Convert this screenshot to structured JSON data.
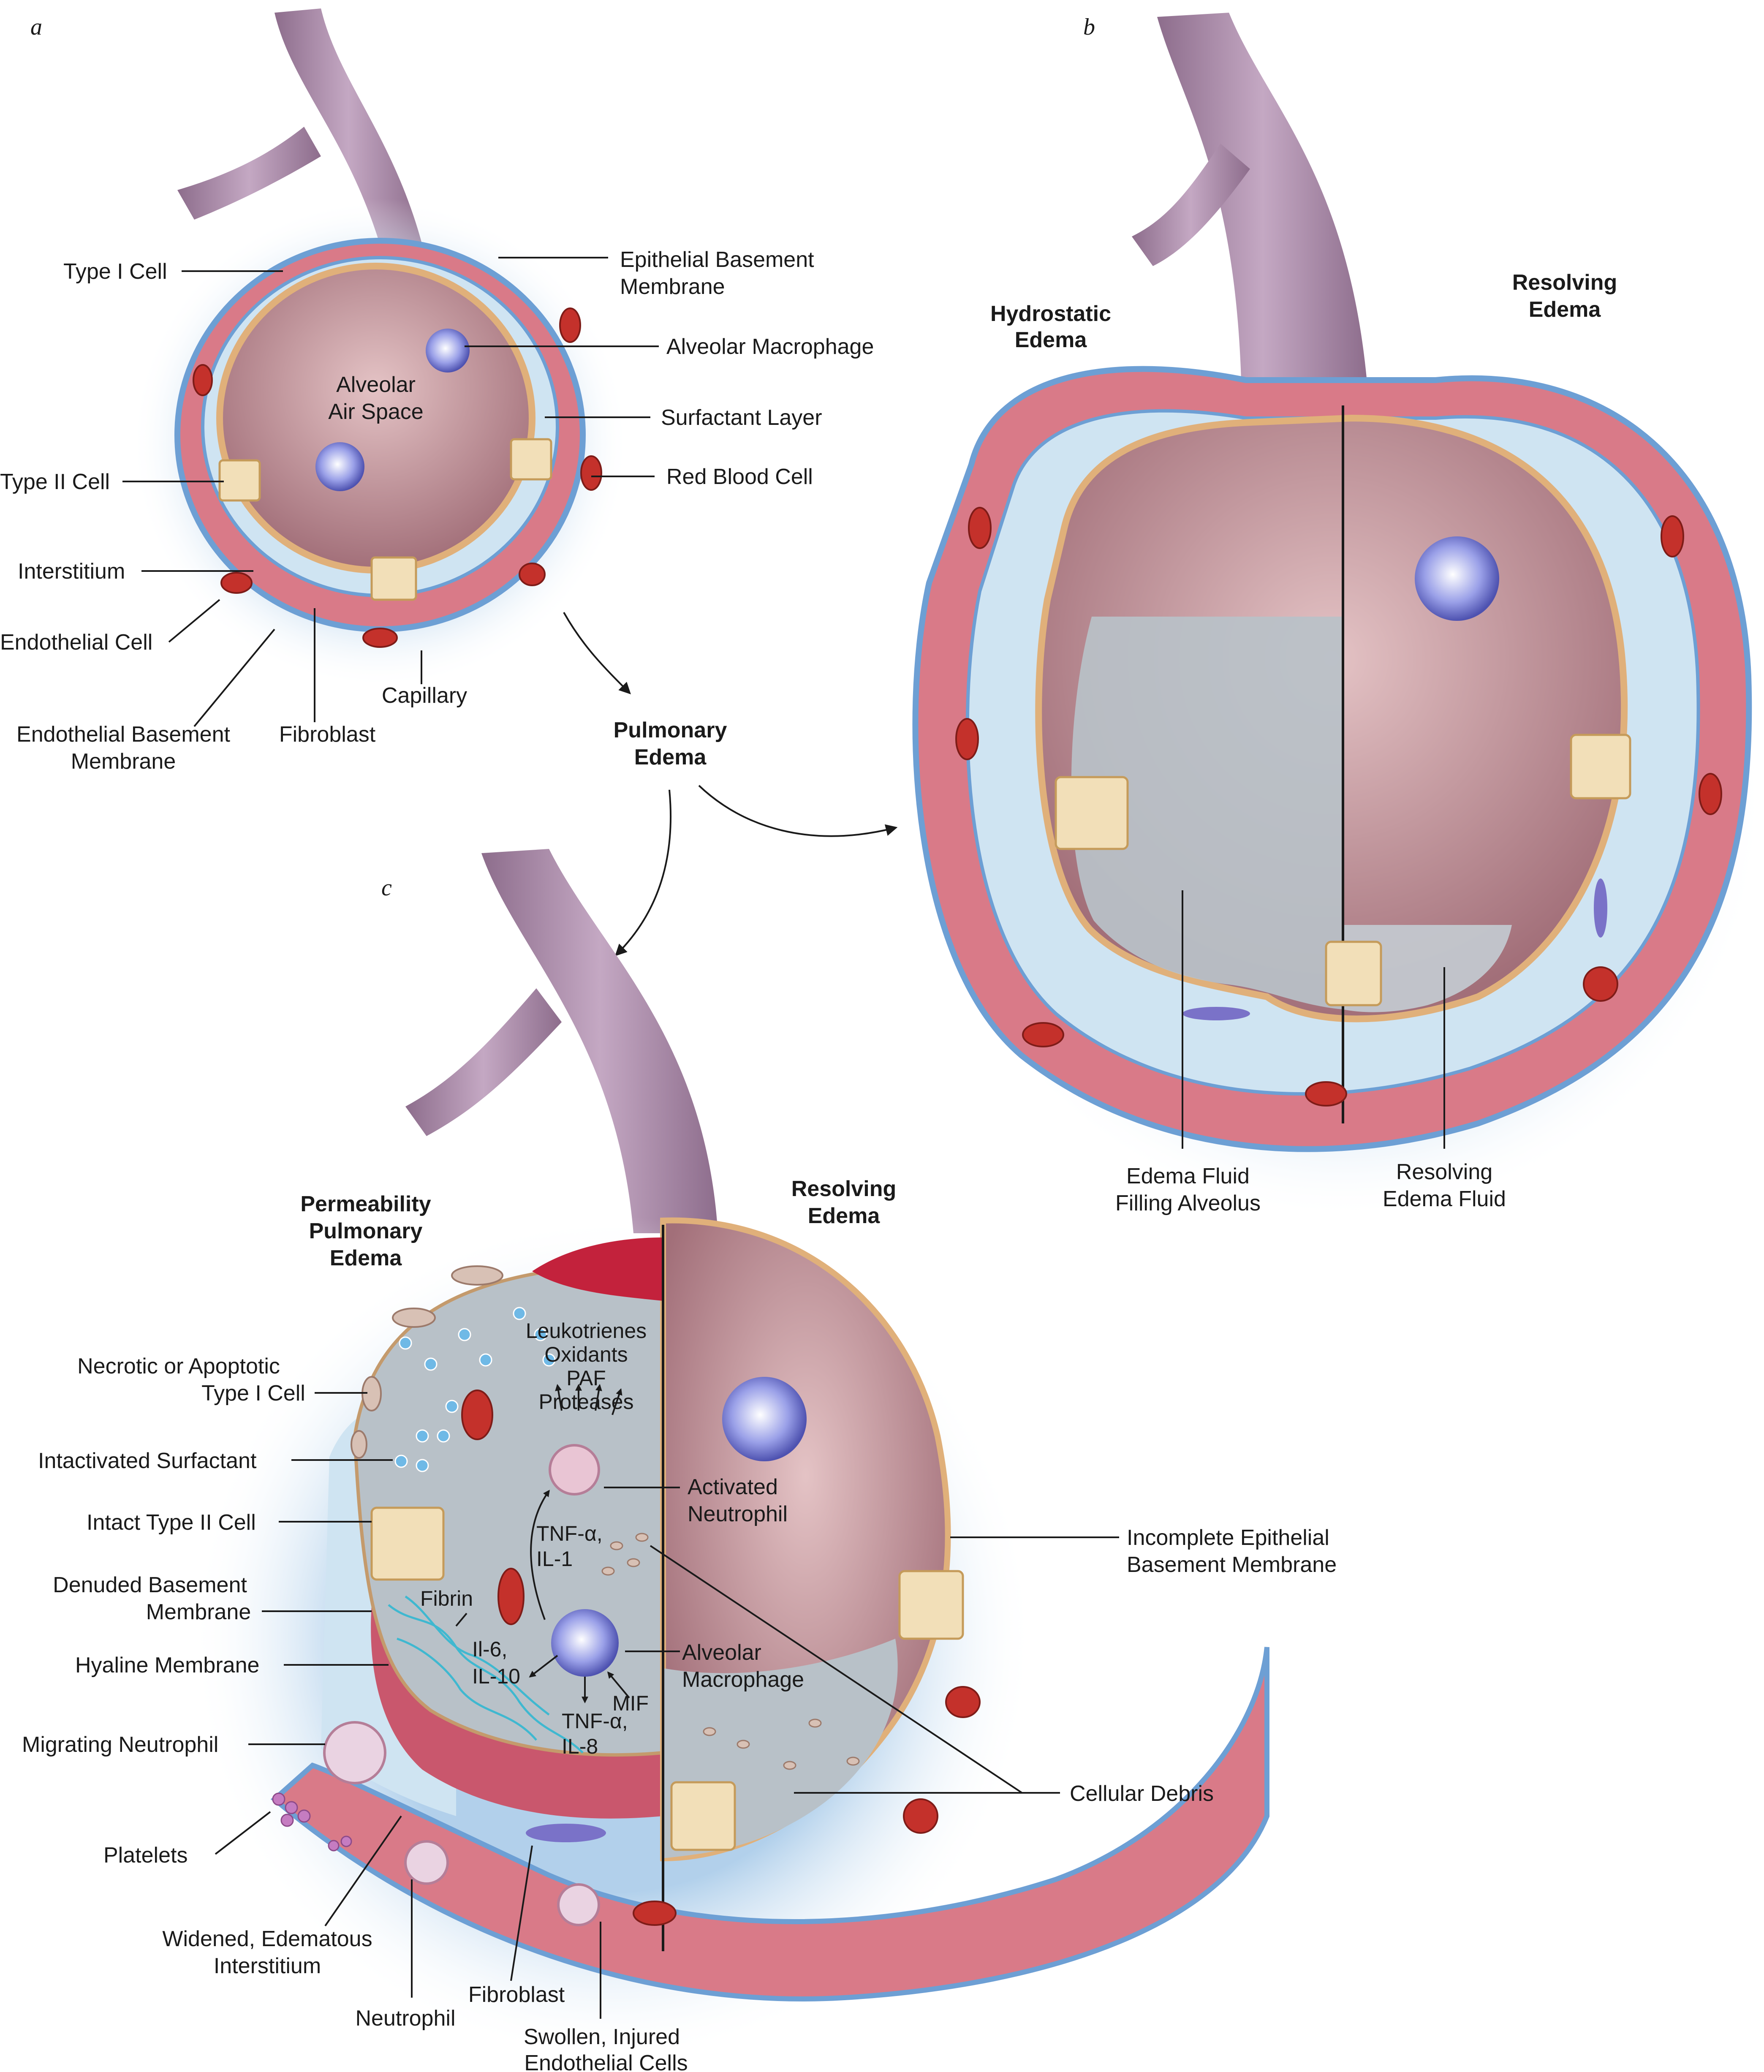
{
  "panels": {
    "a": "a",
    "b": "b",
    "c": "c"
  },
  "labels_a": {
    "type1": "Type I Cell",
    "epi1": "Epithelial Basement",
    "epi2": "Membrane",
    "macro": "Alveolar Macrophage",
    "air1": "Alveolar",
    "air2": "Air Space",
    "surf": "Surfactant Layer",
    "type2": "Type II Cell",
    "rbc": "Red Blood Cell",
    "inter": "Interstitium",
    "endo": "Endothelial Cell",
    "cap": "Capillary",
    "ebm1": "Endothelial Basement",
    "ebm2": "Membrane",
    "fibro": "Fibroblast"
  },
  "pulmonary_edema": {
    "l1": "Pulmonary",
    "l2": "Edema"
  },
  "labels_b": {
    "hydro1": "Hydrostatic",
    "hydro2": "Edema",
    "res1": "Resolving",
    "res2": "Edema",
    "fluid1": "Edema Fluid",
    "fluid2": "Filling Alveolus",
    "rfluid1": "Resolving",
    "rfluid2": "Edema Fluid"
  },
  "labels_c": {
    "perm1": "Permeability",
    "perm2": "Pulmonary",
    "perm3": "Edema",
    "res1": "Resolving",
    "res2": "Edema",
    "med1": "Leukotrienes",
    "med2": "Oxidants",
    "med3": "PAF",
    "med4": "Proteases",
    "necro1": "Necrotic or Apoptotic",
    "necro2": "Type I Cell",
    "inact": "Intactivated Surfactant",
    "act1": "Activated",
    "act2": "Neutrophil",
    "intact2": "Intact Type II Cell",
    "tnf1": "TNF-α,",
    "tnf2": "IL-1",
    "incomp1": "Incomplete Epithelial",
    "incomp2": "Basement Membrane",
    "denud1": "Denuded Basement",
    "denud2": "Membrane",
    "fibrin": "Fibrin",
    "il6a": "Il-6,",
    "il6b": "IL-10",
    "amac1": "Alveolar",
    "amac2": "Macrophage",
    "mif": "MIF",
    "tnf3": "TNF-α,",
    "tnf4": "IL-8",
    "hyal": "Hyaline Membrane",
    "migr": "Migrating Neutrophil",
    "debris": "Cellular Debris",
    "plate": "Platelets",
    "wide1": "Widened, Edematous",
    "wide2": "Interstitium",
    "neut": "Neutrophil",
    "fibro": "Fibroblast",
    "swol1": "Swollen, Injured",
    "swol2": "Endothelial Cells"
  },
  "colors": {
    "capillary": "#d97a88",
    "alveolus": "#b9868e",
    "fluid": "#b8c1c8",
    "interstitium": "#cfe4f2",
    "rbc": "#c4312b",
    "type2": "#f2dfb8",
    "macrophage": "#6f74c9"
  }
}
